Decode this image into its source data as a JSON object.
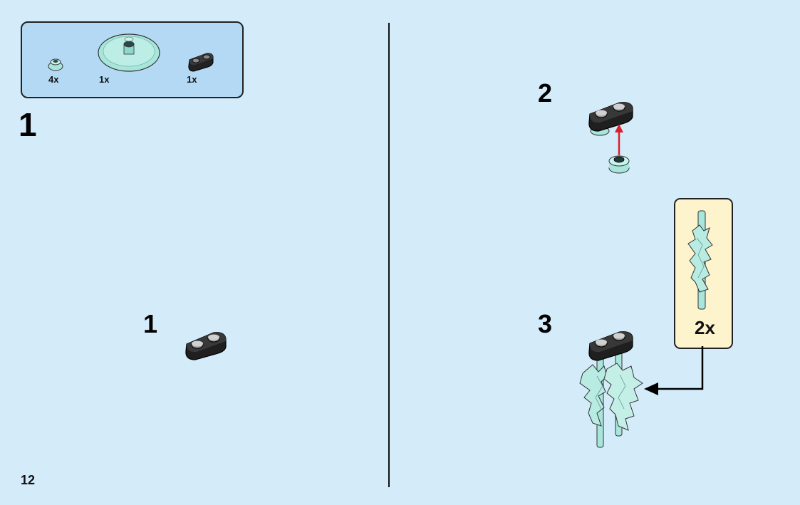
{
  "parts_list": {
    "items": [
      {
        "part": "transparent-round-plate-1x1",
        "quantity": "4x"
      },
      {
        "part": "transparent-radar-dish",
        "quantity": "1x"
      },
      {
        "part": "black-plate-1x2-rounded",
        "quantity": "1x"
      }
    ]
  },
  "section_number": "1",
  "left_panel": {
    "sub_step_number": "1"
  },
  "right_panel": {
    "step_2_number": "2",
    "step_3_number": "3",
    "callout_quantity": "2x"
  },
  "page_number": "12",
  "colors": {
    "background": "#d4ebfa",
    "parts_box": "#b3d9f5",
    "callout_box": "#fdf3cc",
    "transparent_part": "#a8e6dc",
    "black_part": "#222222",
    "arrow_red": "#d6202a"
  }
}
